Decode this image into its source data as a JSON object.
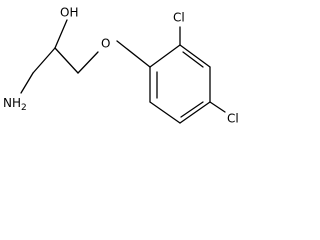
{
  "molecule": {
    "atoms": {
      "hydroxyl": "OH",
      "ether_oxygen": "O",
      "amine": "NH",
      "amine_subscript": "2",
      "chlorine_ortho": "Cl",
      "chlorine_para": "Cl"
    }
  }
}
